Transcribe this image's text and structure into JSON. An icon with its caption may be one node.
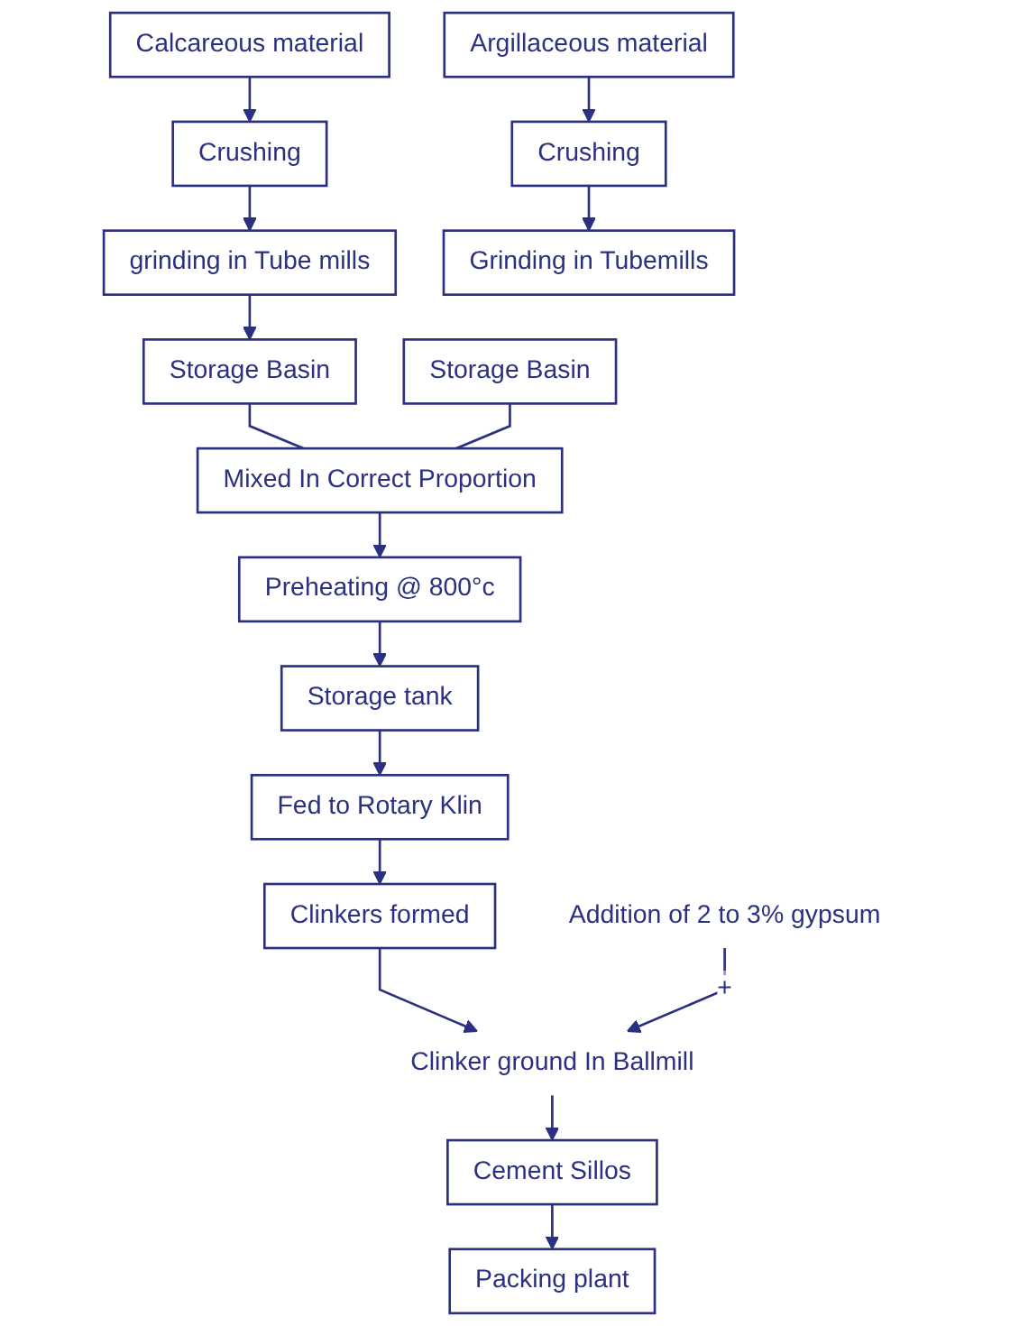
{
  "diagram": {
    "nodes": [
      {
        "text": [
          "Calcareous material"
        ]
      },
      {
        "text": [
          "Argillaceous material"
        ]
      },
      {
        "text": [
          "Crushing"
        ]
      },
      {
        "text": [
          "Crushing"
        ]
      },
      {
        "text": [
          "grinding in Tube mills"
        ]
      },
      {
        "text": [
          "Grinding in Tubemills"
        ]
      },
      {
        "text": [
          "Storage Basin"
        ]
      },
      {
        "text": [
          "Storage Basin"
        ]
      },
      {
        "text": [
          "Mixed In Correct Proportion"
        ]
      },
      {
        "text": [
          "Preheating @ 800°c"
        ]
      },
      {
        "text": [
          "Storage tank"
        ]
      },
      {
        "text": [
          "Fed to Rotary Klin"
        ]
      },
      {
        "text": [
          "Clinkers formed"
        ]
      },
      {
        "text": [
          "Addition of 2 to 3% gypsum"
        ]
      },
      {
        "text": [
          "Clinker ground In Ballmill"
        ]
      },
      {
        "text": [
          "Cement Sillos"
        ]
      },
      {
        "text": [
          "Packing plant"
        ]
      }
    ],
    "edges": [
      {
        "from": 0,
        "to": 2,
        "arrow": "to"
      },
      {
        "from": 2,
        "to": 4,
        "arrow": "to"
      },
      {
        "from": 4,
        "to": 6,
        "arrow": "to"
      },
      {
        "from": 1,
        "to": 3,
        "arrow": "to"
      },
      {
        "from": 3,
        "to": 5,
        "arrow": "to"
      },
      {
        "from": 6,
        "to": 8,
        "arrow": "none"
      },
      {
        "from": 7,
        "to": 8,
        "arrow": "none"
      },
      {
        "from": 8,
        "to": 9,
        "arrow": "to"
      },
      {
        "from": 9,
        "to": 10,
        "arrow": "to"
      },
      {
        "from": 10,
        "to": 11,
        "arrow": "to"
      },
      {
        "from": 11,
        "to": 12,
        "arrow": "to"
      },
      {
        "from": 12,
        "to": 14,
        "arrow": "to"
      },
      {
        "from": 13,
        "to": 14,
        "arrow": "to",
        "label": "+"
      },
      {
        "from": 14,
        "to": 15,
        "arrow": "to"
      },
      {
        "from": 15,
        "to": 16,
        "arrow": "to"
      }
    ]
  }
}
